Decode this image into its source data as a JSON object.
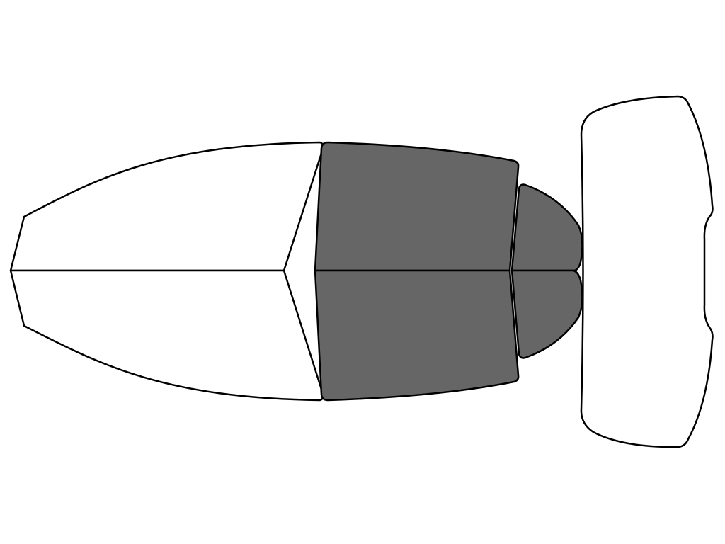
{
  "diagram": {
    "background_color": "#ffffff",
    "outline_color": "#000000",
    "panels": [
      {
        "id": "windshield-upper",
        "state": "untinted",
        "fill": "#ffffff"
      },
      {
        "id": "windshield-lower",
        "state": "untinted",
        "fill": "#ffffff"
      },
      {
        "id": "front-door-window-top",
        "state": "tinted",
        "fill": "#666666"
      },
      {
        "id": "front-door-window-bottom",
        "state": "tinted",
        "fill": "#666666"
      },
      {
        "id": "rear-quarter-window-top",
        "state": "tinted",
        "fill": "#666666"
      },
      {
        "id": "rear-quarter-window-bottom",
        "state": "tinted",
        "fill": "#666666"
      },
      {
        "id": "rear-window",
        "state": "untinted",
        "fill": "#ffffff"
      }
    ]
  }
}
